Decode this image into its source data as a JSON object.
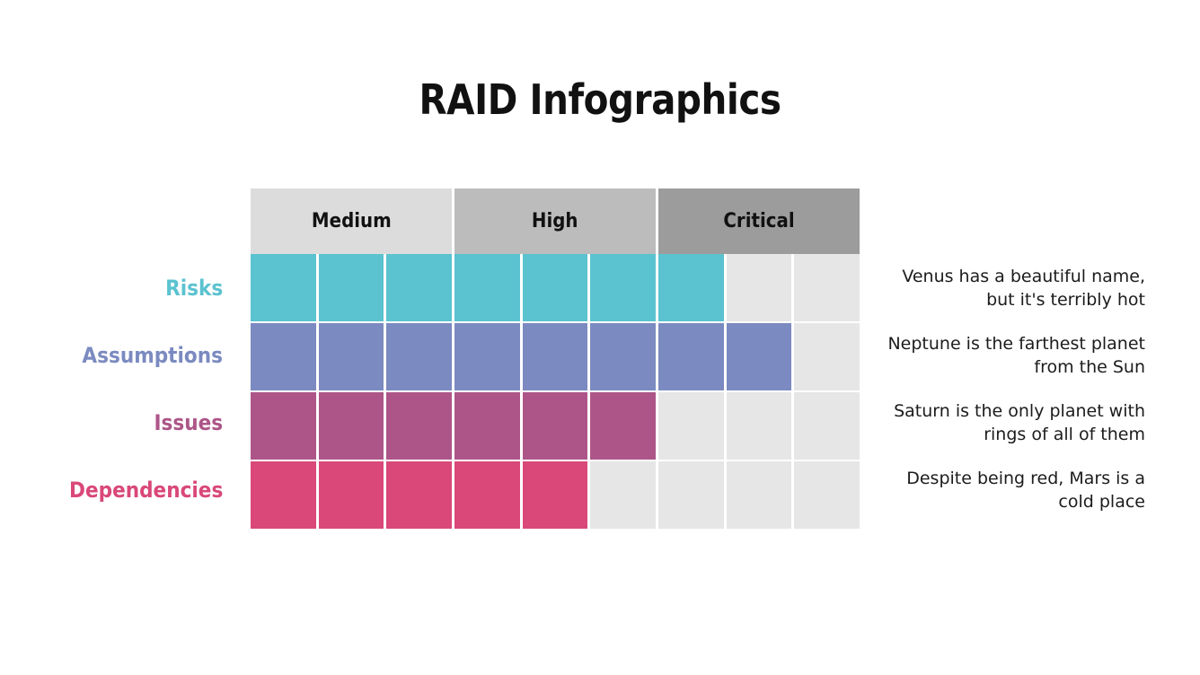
{
  "slide": {
    "title": "RAID Infographics",
    "background_color": "#ffffff"
  },
  "matrix": {
    "columns_total": 9,
    "headers": [
      {
        "label": "Medium",
        "color": "#dcdcdc",
        "span": 3
      },
      {
        "label": "High",
        "color": "#bcbcbc",
        "span": 3
      },
      {
        "label": "Critical",
        "color": "#9c9c9c",
        "span": 3
      }
    ],
    "empty_cell_color": "#e6e6e6",
    "rows": [
      {
        "label": "Risks",
        "color": "#5bc2d0",
        "filled": 7,
        "description": "Venus has a beautiful name, but it's terribly hot"
      },
      {
        "label": "Assumptions",
        "color": "#7b8ac0",
        "filled": 8,
        "description": "Neptune is the farthest planet from the Sun"
      },
      {
        "label": "Issues",
        "color": "#ad5588",
        "filled": 6,
        "description": "Saturn is the only planet with rings of all of them"
      },
      {
        "label": "Dependencies",
        "color": "#d94878",
        "filled": 5,
        "description": "Despite being red, Mars is a cold place"
      }
    ]
  },
  "chart_data": {
    "type": "heatmap",
    "title": "RAID Infographics",
    "xlabel": "",
    "ylabel": "",
    "categories": [
      "Medium",
      "High",
      "Critical"
    ],
    "column_count": 9,
    "rows": [
      "Risks",
      "Assumptions",
      "Issues",
      "Dependencies"
    ],
    "series": [
      {
        "name": "Risks",
        "values": [
          1,
          1,
          1,
          1,
          1,
          1,
          1,
          0,
          0
        ]
      },
      {
        "name": "Assumptions",
        "values": [
          1,
          1,
          1,
          1,
          1,
          1,
          1,
          1,
          0
        ]
      },
      {
        "name": "Issues",
        "values": [
          1,
          1,
          1,
          1,
          1,
          1,
          0,
          0,
          0
        ]
      },
      {
        "name": "Dependencies",
        "values": [
          1,
          1,
          1,
          1,
          1,
          0,
          0,
          0,
          0
        ]
      }
    ],
    "filled_counts": [
      7,
      8,
      6,
      5
    ],
    "legend": [],
    "grid": false
  }
}
